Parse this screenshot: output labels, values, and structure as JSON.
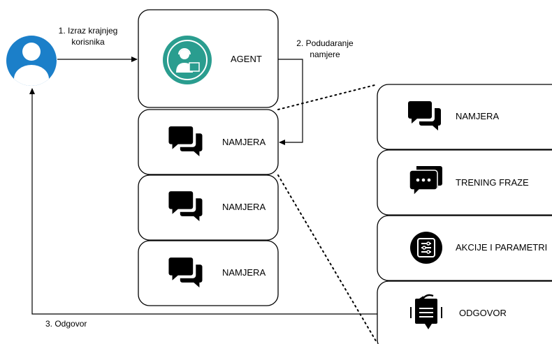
{
  "user": {
    "icon": "user-icon"
  },
  "agent": {
    "label": "AGENT",
    "icon": "agent-support-icon",
    "icon_color": "#2a9d8f"
  },
  "edges": {
    "step1": {
      "line1": "1. Izraz krajnjeg",
      "line2": "korisnika"
    },
    "step2": {
      "line1": "2. Podudaranje",
      "line2": "namjere"
    },
    "step3": {
      "line1": "3. Odgovor"
    }
  },
  "intents": [
    {
      "label": "NAMJERA",
      "icon": "chat-bubbles-icon"
    },
    {
      "label": "NAMJERA",
      "icon": "chat-bubbles-icon"
    },
    {
      "label": "NAMJERA",
      "icon": "chat-bubbles-icon"
    }
  ],
  "details": [
    {
      "label": "NAMJERA",
      "icon": "chat-bubbles-icon"
    },
    {
      "label": "TRENING FRAZE",
      "icon": "message-dots-icon"
    },
    {
      "label": "AKCIJE I PARAMETRI",
      "icon": "list-settings-icon"
    },
    {
      "label": "ODGOVOR",
      "icon": "response-doc-icon"
    }
  ],
  "colors": {
    "user_icon": "#1b7fc9",
    "agent_icon": "#2a9d8f",
    "stroke": "#000000"
  }
}
